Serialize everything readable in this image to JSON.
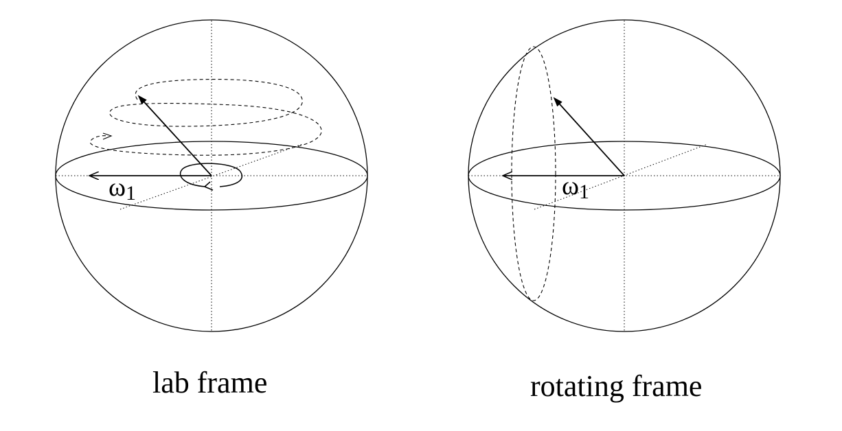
{
  "panels": [
    {
      "caption": "lab frame",
      "vector_label": "ω",
      "vector_label_sub": "1"
    },
    {
      "caption": "rotating frame",
      "vector_label": "ω",
      "vector_label_sub": "1"
    }
  ],
  "colors": {
    "stroke": "#000000",
    "background": "#ffffff"
  }
}
